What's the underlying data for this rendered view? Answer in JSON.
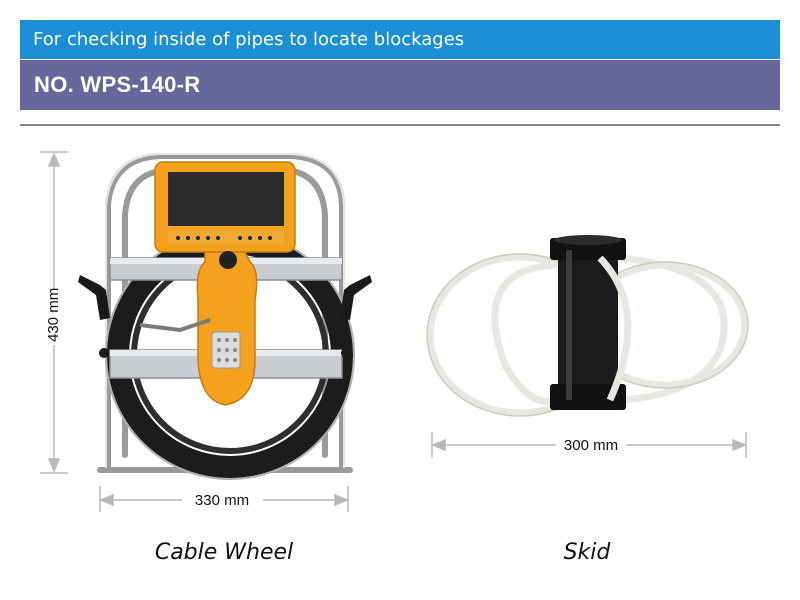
{
  "header": {
    "subtitle": "For checking inside of pipes to locate blockages",
    "model": "NO. WPS-140-R"
  },
  "products": [
    {
      "caption": "Cable Wheel",
      "height_dim": "430 mm",
      "width_dim": "330 mm"
    },
    {
      "caption": "Skid",
      "width_dim": "300 mm"
    }
  ],
  "colors": {
    "banner_blue": "#1a8fd6",
    "banner_purple": "#66679a",
    "device_orange": "#f4a21d"
  }
}
